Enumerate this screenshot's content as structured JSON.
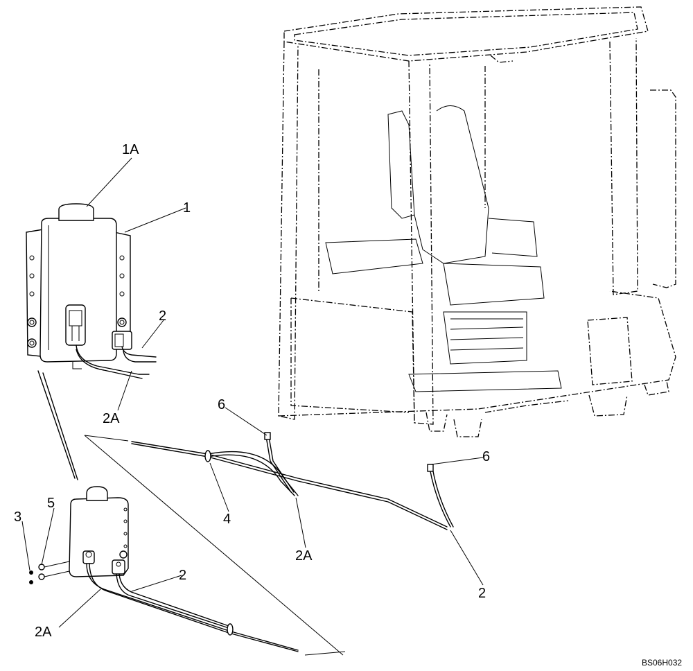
{
  "figure_code": "BS06H032",
  "callouts": {
    "c1A": "1A",
    "c1": "1",
    "c2_top": "2",
    "c2A_top": "2A",
    "c6_left": "6",
    "c6_right": "6",
    "c4": "4",
    "c2A_mid": "2A",
    "c2_right": "2",
    "c3": "3",
    "c5": "5",
    "c2_low": "2",
    "c2A_low": "2A"
  }
}
